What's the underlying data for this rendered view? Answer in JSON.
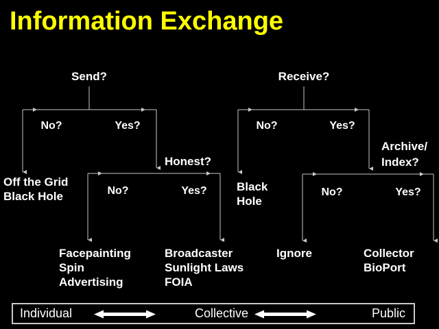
{
  "slide": {
    "title": "Information Exchange",
    "background_color": "#000000",
    "title_color": "#ffff00",
    "text_color": "#ffffff",
    "line_color": "#c9c9c9"
  },
  "tree": {
    "roots": [
      {
        "id": "send",
        "label": "Send?"
      },
      {
        "id": "receive",
        "label": "Receive?"
      }
    ],
    "branch_labels": {
      "send_no": "No?",
      "send_yes": "Yes?",
      "receive_no": "No?",
      "receive_yes": "Yes?",
      "honest_no": "No?",
      "honest_yes": "Yes?",
      "archive_no": "No?",
      "archive_yes": "Yes?"
    },
    "sub_questions": {
      "honest": "Honest?",
      "archive_line1": "Archive/",
      "archive_line2": "Index?"
    },
    "leaves": {
      "off_the_grid": "Off the Grid\nBlack Hole",
      "facepainting": "Facepainting\nSpin\nAdvertising",
      "broadcaster": "Broadcaster\nSunlight Laws\nFOIA",
      "black_hole": "Black\nHole",
      "ignore": "Ignore",
      "collector": "Collector\nBioPort"
    }
  },
  "spectrum": {
    "left_label": "Individual",
    "middle_label": "Collective",
    "right_label": "Public",
    "arrow_1": "double-arrow",
    "arrow_2": "double-arrow"
  }
}
